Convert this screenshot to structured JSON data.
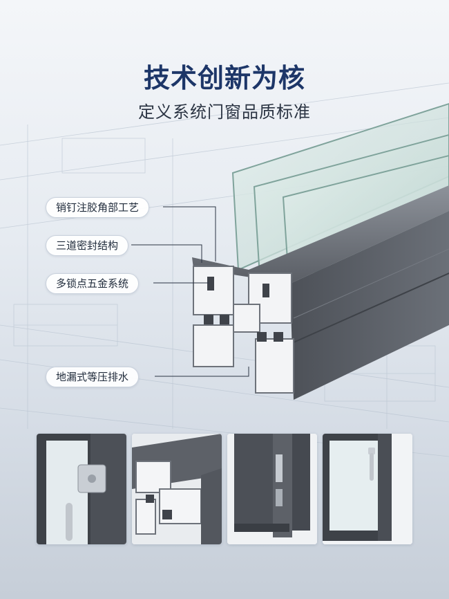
{
  "headline": {
    "title": "技术创新为核",
    "subtitle": "定义系统门窗品质标准"
  },
  "callouts": [
    {
      "label": "销钉注胶角部工艺"
    },
    {
      "label": "三道密封结构"
    },
    {
      "label": "多锁点五金系统"
    },
    {
      "label": "地漏式等压排水"
    }
  ],
  "colors": {
    "title": "#1d3668",
    "aluminum": "#5d6168",
    "glass": "#c9dcd8"
  },
  "icons": {
    "hero": "window-profile-cross-section",
    "detail_1": "hinge-detail",
    "detail_2": "profile-section-detail",
    "detail_3": "lock-hardware-detail",
    "detail_4": "window-handle-detail"
  }
}
